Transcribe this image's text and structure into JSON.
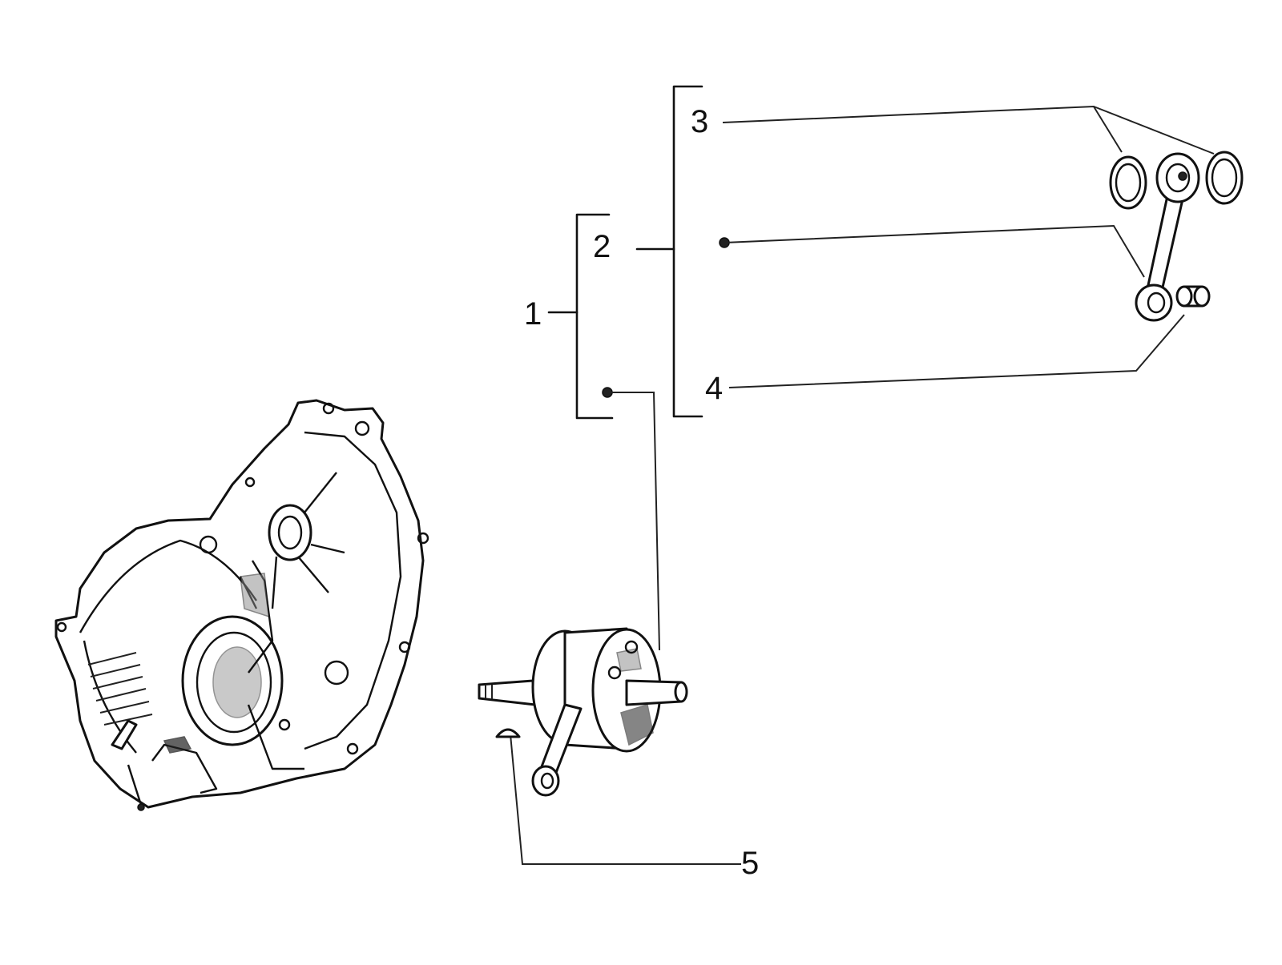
{
  "callouts": {
    "c1": "1",
    "c2": "2",
    "c3": "3",
    "c4": "4",
    "c5": "5"
  },
  "parts": [
    {
      "ref": "1",
      "name": "crankshaft-assembly"
    },
    {
      "ref": "2",
      "name": "connecting-rod-group"
    },
    {
      "ref": "3",
      "name": "shim-washers"
    },
    {
      "ref": "4",
      "name": "piston-pin-bushing"
    },
    {
      "ref": "5",
      "name": "woodruff-key"
    }
  ],
  "colors": {
    "ink": "#111111",
    "paper": "#ffffff"
  }
}
